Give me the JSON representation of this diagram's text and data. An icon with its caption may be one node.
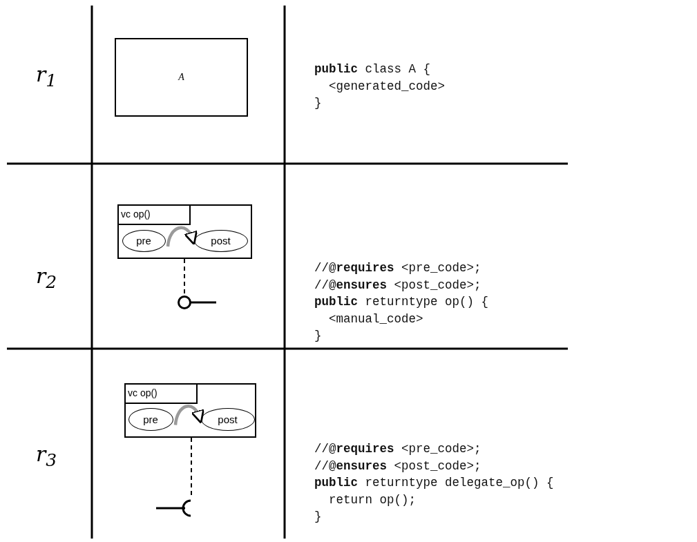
{
  "diagram": {
    "nodes": [
      {
        "text": [
          "A"
        ]
      },
      {
        "text": [
          "vc op()"
        ]
      },
      {
        "text": [
          "pre"
        ],
        "in": 1
      },
      {
        "text": [
          "post"
        ],
        "in": 1
      },
      {
        "text": [],
        "shape": "circle"
      },
      {
        "text": [
          "vc op()"
        ]
      },
      {
        "text": [
          "pre"
        ],
        "in": 5
      },
      {
        "text": [
          "post"
        ],
        "in": 5
      },
      {
        "text": [],
        "shape": "arc"
      }
    ],
    "edges": [
      {
        "from": 2,
        "to": 3,
        "arrow": "to",
        "style": "thick",
        "color": "#9a9a9a"
      },
      {
        "from": 1,
        "to": 4,
        "arrow": "none",
        "style": "dashed",
        "color": "#000000"
      },
      {
        "from": 6,
        "to": 7,
        "arrow": "to",
        "style": "thick",
        "color": "#9a9a9a"
      },
      {
        "from": 5,
        "to": 8,
        "arrow": "none",
        "style": "dashed",
        "color": "#000000"
      }
    ],
    "labels": [
      "r$_{1}$",
      "**public** class A {",
      "  <generated_code>",
      "}",
      "r$_{2}$",
      "//@**requires** <pre_code>;",
      "//@**ensures** <post_code>;",
      "**public** returntype op() {",
      "  <manual_code>",
      "}",
      "r$_{3}$",
      "//@**requires** <pre_code>;",
      "//@**ensures** <post_code>;",
      "**public** returntype delegate_op() {",
      "  return op();",
      "}"
    ]
  }
}
